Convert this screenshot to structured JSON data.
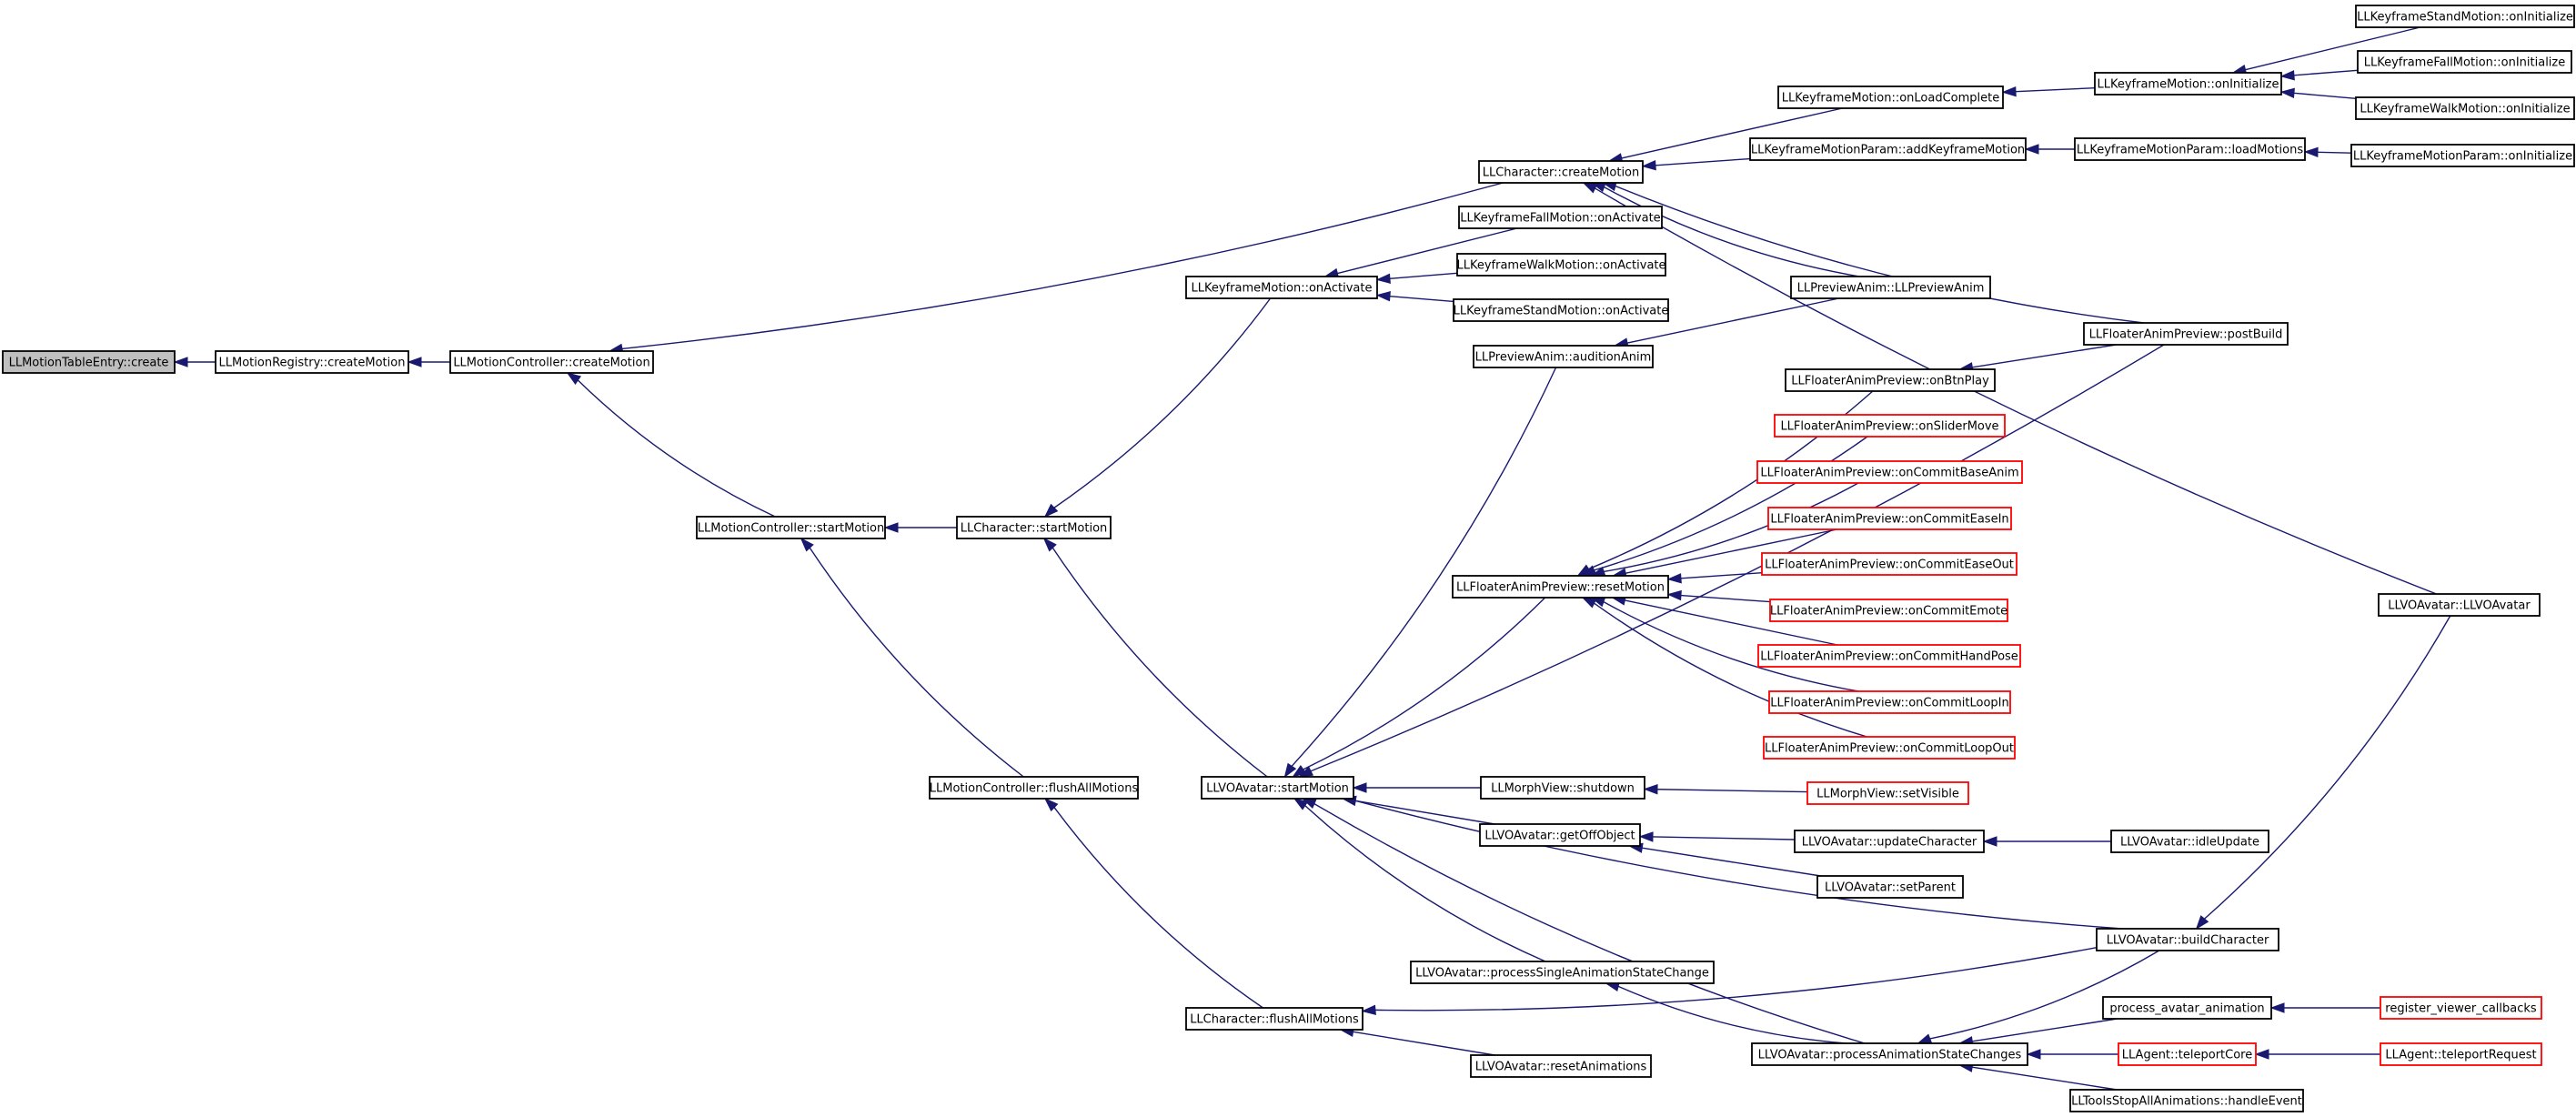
{
  "graph": {
    "title": "",
    "colors": {
      "edge": "#191970",
      "node_border": "#000000",
      "truncated_border": "#ff0000",
      "root_fill": "#bfbfbf",
      "node_fill": "#ffffff"
    },
    "nodes": [
      {
        "id": "n_create",
        "label": "LLMotionTableEntry::create",
        "style": "root"
      },
      {
        "id": "n_reg_create",
        "label": "LLMotionRegistry::createMotion"
      },
      {
        "id": "n_mc_create",
        "label": "LLMotionController::createMotion"
      },
      {
        "id": "n_mc_start",
        "label": "LLMotionController::startMotion"
      },
      {
        "id": "n_mc_flush",
        "label": "LLMotionController::flushAllMotions"
      },
      {
        "id": "n_ch_create",
        "label": "LLCharacter::createMotion"
      },
      {
        "id": "n_km_onactivate",
        "label": "LLKeyframeMotion::onActivate"
      },
      {
        "id": "n_ch_start",
        "label": "LLCharacter::startMotion"
      },
      {
        "id": "n_va_start",
        "label": "LLVOAvatar::startMotion"
      },
      {
        "id": "n_ch_flush",
        "label": "LLCharacter::flushAllMotions"
      },
      {
        "id": "n_km_onload",
        "label": "LLKeyframeMotion::onLoadComplete"
      },
      {
        "id": "n_kmp_add",
        "label": "LLKeyframeMotionParam::addKeyframeMotion"
      },
      {
        "id": "n_kfall_act",
        "label": "LLKeyframeFallMotion::onActivate"
      },
      {
        "id": "n_kwalk_act",
        "label": "LLKeyframeWalkMotion::onActivate"
      },
      {
        "id": "n_kstand_act",
        "label": "LLKeyframeStandMotion::onActivate"
      },
      {
        "id": "n_pa_ctor",
        "label": "LLPreviewAnim::LLPreviewAnim"
      },
      {
        "id": "n_pa_audition",
        "label": "LLPreviewAnim::auditionAnim"
      },
      {
        "id": "n_fap_postbuild",
        "label": "LLFloaterAnimPreview::postBuild"
      },
      {
        "id": "n_fap_onbtnplay",
        "label": "LLFloaterAnimPreview::onBtnPlay"
      },
      {
        "id": "n_fap_onslider",
        "label": "LLFloaterAnimPreview::onSliderMove",
        "style": "truncated"
      },
      {
        "id": "n_fap_oncbase",
        "label": "LLFloaterAnimPreview::onCommitBaseAnim",
        "style": "truncated"
      },
      {
        "id": "n_fap_oncein",
        "label": "LLFloaterAnimPreview::onCommitEaseIn",
        "style": "truncated"
      },
      {
        "id": "n_fap_onceout",
        "label": "LLFloaterAnimPreview::onCommitEaseOut",
        "style": "truncated"
      },
      {
        "id": "n_fap_oncemote",
        "label": "LLFloaterAnimPreview::onCommitEmote",
        "style": "truncated"
      },
      {
        "id": "n_fap_onchand",
        "label": "LLFloaterAnimPreview::onCommitHandPose",
        "style": "truncated"
      },
      {
        "id": "n_fap_oncloopin",
        "label": "LLFloaterAnimPreview::onCommitLoopIn",
        "style": "truncated"
      },
      {
        "id": "n_fap_oncloopout",
        "label": "LLFloaterAnimPreview::onCommitLoopOut",
        "style": "truncated"
      },
      {
        "id": "n_fap_reset",
        "label": "LLFloaterAnimPreview::resetMotion"
      },
      {
        "id": "n_mv_shutdown",
        "label": "LLMorphView::shutdown"
      },
      {
        "id": "n_mv_setvisible",
        "label": "LLMorphView::setVisible",
        "style": "truncated"
      },
      {
        "id": "n_va_getoff",
        "label": "LLVOAvatar::getOffObject"
      },
      {
        "id": "n_va_updchar",
        "label": "LLVOAvatar::updateCharacter"
      },
      {
        "id": "n_va_idle",
        "label": "LLVOAvatar::idleUpdate"
      },
      {
        "id": "n_va_setparent",
        "label": "LLVOAvatar::setParent"
      },
      {
        "id": "n_va_build",
        "label": "LLVOAvatar::buildCharacter"
      },
      {
        "id": "n_va_ctor",
        "label": "LLVOAvatar::LLVOAvatar"
      },
      {
        "id": "n_va_pss",
        "label": "LLVOAvatar::processSingleAnimationStateChange"
      },
      {
        "id": "n_va_pasc",
        "label": "LLVOAvatar::processAnimationStateChanges"
      },
      {
        "id": "n_va_reset",
        "label": "LLVOAvatar::resetAnimations"
      },
      {
        "id": "n_proc_anim",
        "label": "process_avatar_animation"
      },
      {
        "id": "n_reg_cb",
        "label": "register_viewer_callbacks",
        "style": "truncated"
      },
      {
        "id": "n_ag_tpcore",
        "label": "LLAgent::teleportCore",
        "style": "truncated"
      },
      {
        "id": "n_ag_tpreq",
        "label": "LLAgent::teleportRequest",
        "style": "truncated"
      },
      {
        "id": "n_tools_stop",
        "label": "LLToolsStopAllAnimations::handleEvent"
      },
      {
        "id": "n_km_oninit",
        "label": "LLKeyframeMotion::onInitialize"
      },
      {
        "id": "n_kstand_init",
        "label": "LLKeyframeStandMotion::onInitialize"
      },
      {
        "id": "n_kfall_init",
        "label": "LLKeyframeFallMotion::onInitialize"
      },
      {
        "id": "n_kwalk_init",
        "label": "LLKeyframeWalkMotion::onInitialize"
      },
      {
        "id": "n_kmp_load",
        "label": "LLKeyframeMotionParam::loadMotions"
      },
      {
        "id": "n_kmp_init",
        "label": "LLKeyframeMotionParam::onInitialize"
      }
    ],
    "edges": [
      [
        "n_create",
        "n_reg_create"
      ],
      [
        "n_reg_create",
        "n_mc_create"
      ],
      [
        "n_mc_create",
        "n_ch_create"
      ],
      [
        "n_mc_create",
        "n_mc_start"
      ],
      [
        "n_mc_start",
        "n_ch_start"
      ],
      [
        "n_mc_start",
        "n_mc_flush"
      ],
      [
        "n_mc_flush",
        "n_ch_flush"
      ],
      [
        "n_ch_create",
        "n_km_onload"
      ],
      [
        "n_ch_create",
        "n_kmp_add"
      ],
      [
        "n_ch_create",
        "n_pa_ctor"
      ],
      [
        "n_ch_create",
        "n_fap_postbuild"
      ],
      [
        "n_ch_create",
        "n_va_ctor"
      ],
      [
        "n_km_onload",
        "n_km_oninit"
      ],
      [
        "n_km_oninit",
        "n_kstand_init"
      ],
      [
        "n_km_oninit",
        "n_kfall_init"
      ],
      [
        "n_km_oninit",
        "n_kwalk_init"
      ],
      [
        "n_kmp_add",
        "n_kmp_load"
      ],
      [
        "n_kmp_load",
        "n_kmp_init"
      ],
      [
        "n_ch_start",
        "n_km_onactivate"
      ],
      [
        "n_km_onactivate",
        "n_kfall_act"
      ],
      [
        "n_km_onactivate",
        "n_kwalk_act"
      ],
      [
        "n_km_onactivate",
        "n_kstand_act"
      ],
      [
        "n_ch_start",
        "n_va_start"
      ],
      [
        "n_va_start",
        "n_pa_audition"
      ],
      [
        "n_pa_audition",
        "n_pa_ctor"
      ],
      [
        "n_va_start",
        "n_fap_postbuild"
      ],
      [
        "n_va_start",
        "n_fap_reset"
      ],
      [
        "n_fap_reset",
        "n_fap_onbtnplay"
      ],
      [
        "n_fap_onbtnplay",
        "n_fap_postbuild"
      ],
      [
        "n_fap_reset",
        "n_fap_onslider"
      ],
      [
        "n_fap_reset",
        "n_fap_oncbase"
      ],
      [
        "n_fap_reset",
        "n_fap_oncein"
      ],
      [
        "n_fap_reset",
        "n_fap_onceout"
      ],
      [
        "n_fap_reset",
        "n_fap_oncemote"
      ],
      [
        "n_fap_reset",
        "n_fap_onchand"
      ],
      [
        "n_fap_reset",
        "n_fap_oncloopin"
      ],
      [
        "n_fap_reset",
        "n_fap_oncloopout"
      ],
      [
        "n_va_start",
        "n_mv_shutdown"
      ],
      [
        "n_mv_shutdown",
        "n_mv_setvisible"
      ],
      [
        "n_va_start",
        "n_va_getoff"
      ],
      [
        "n_va_getoff",
        "n_va_updchar"
      ],
      [
        "n_va_updchar",
        "n_va_idle"
      ],
      [
        "n_va_getoff",
        "n_va_setparent"
      ],
      [
        "n_va_start",
        "n_va_build"
      ],
      [
        "n_va_build",
        "n_va_ctor"
      ],
      [
        "n_va_start",
        "n_va_pss"
      ],
      [
        "n_va_pss",
        "n_va_pasc"
      ],
      [
        "n_va_start",
        "n_va_pasc"
      ],
      [
        "n_va_pasc",
        "n_va_build"
      ],
      [
        "n_va_pasc",
        "n_proc_anim"
      ],
      [
        "n_proc_anim",
        "n_reg_cb"
      ],
      [
        "n_va_pasc",
        "n_ag_tpcore"
      ],
      [
        "n_ag_tpcore",
        "n_ag_tpreq"
      ],
      [
        "n_va_pasc",
        "n_tools_stop"
      ],
      [
        "n_ch_flush",
        "n_va_build"
      ],
      [
        "n_ch_flush",
        "n_va_reset"
      ]
    ]
  }
}
